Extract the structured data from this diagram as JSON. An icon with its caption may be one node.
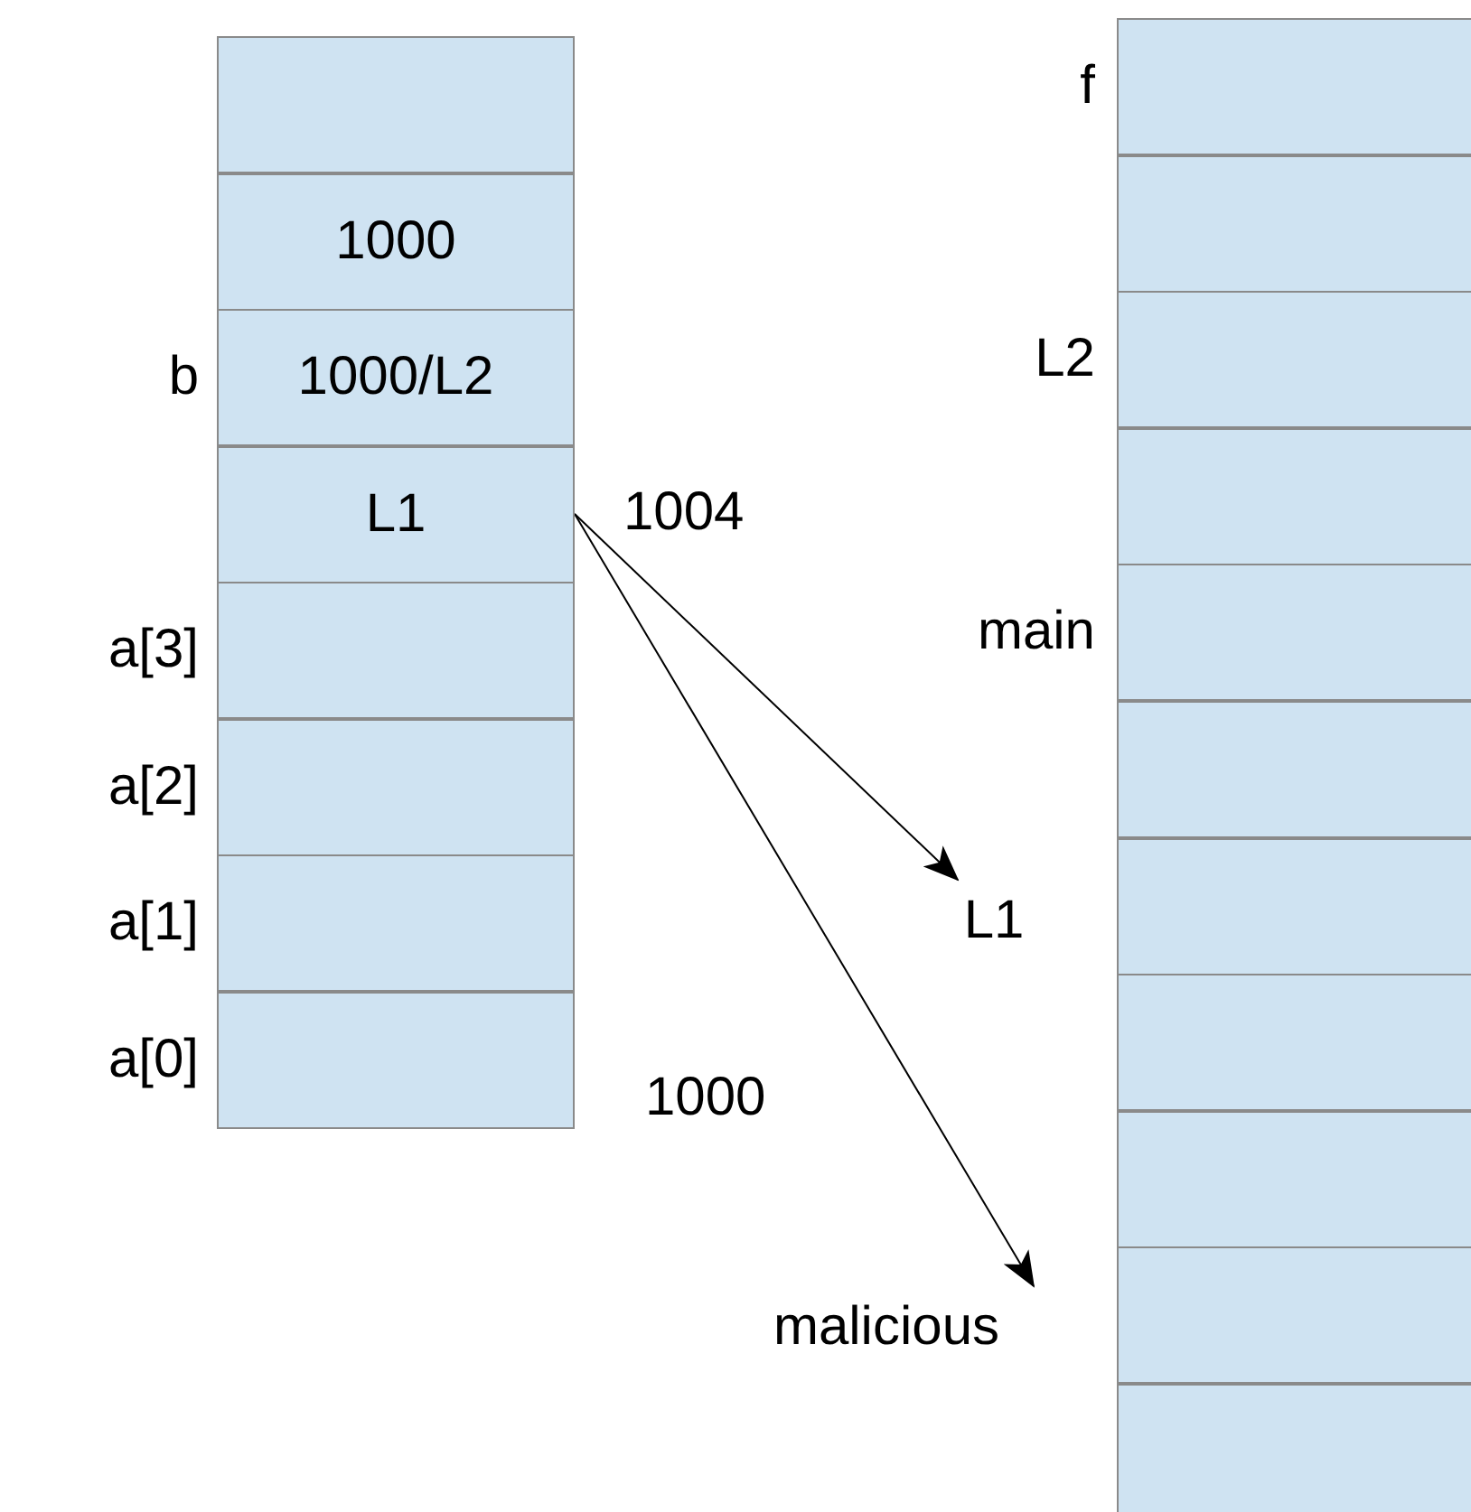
{
  "diagram": {
    "nodes": [
      {
        "text": [],
        "shape": "box"
      },
      {
        "text": [
          "1000"
        ]
      },
      {
        "text": [
          "1000/L2"
        ],
        "beside": [
          "b"
        ]
      },
      {
        "text": [
          "L1"
        ]
      },
      {
        "text": [],
        "shape": "box",
        "beside": [
          "a[3]"
        ]
      },
      {
        "text": [],
        "shape": "box",
        "beside": [
          "a[2]"
        ]
      },
      {
        "text": [],
        "shape": "box",
        "beside": [
          "a[1]"
        ]
      },
      {
        "text": [],
        "shape": "box",
        "beside": [
          "a[0]"
        ]
      },
      {
        "text": [],
        "shape": "box",
        "beside": [
          "f"
        ]
      },
      {
        "text": [],
        "shape": "box"
      },
      {
        "text": [],
        "shape": "box",
        "beside": [
          "L2"
        ]
      },
      {
        "text": [],
        "shape": "box"
      },
      {
        "text": [],
        "shape": "box",
        "beside": [
          "main"
        ]
      },
      {
        "text": [],
        "shape": "box"
      },
      {
        "text": [],
        "shape": "box"
      },
      {
        "text": [],
        "shape": "box"
      },
      {
        "text": [],
        "shape": "box"
      },
      {
        "text": [],
        "shape": "box"
      },
      {
        "text": [],
        "shape": "box"
      },
      {
        "text": [
          "L1"
        ]
      },
      {
        "text": [
          "malicious"
        ]
      }
    ],
    "edges": [
      {
        "from": 3,
        "to": 19,
        "arrow": "to",
        "label": "1004"
      },
      {
        "from": 3,
        "to": 20,
        "arrow": "to",
        "label": "1000"
      }
    ]
  }
}
